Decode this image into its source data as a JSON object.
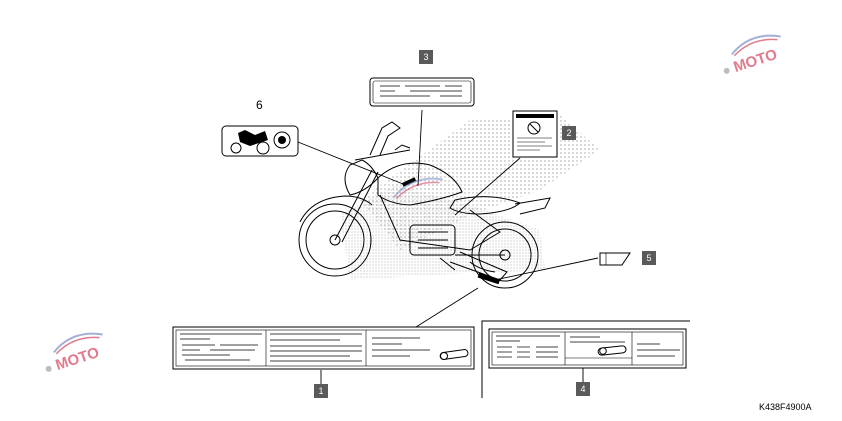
{
  "diagram": {
    "callouts": [
      "1",
      "2",
      "3",
      "4",
      "5",
      "6"
    ],
    "reference_code": "K438F4900A",
    "watermark_text": "MOTO",
    "colors": {
      "callout_box": "#5a5a5a",
      "line": "#000000",
      "stipple": "#9a9a9a",
      "watermark": "#c8102e"
    }
  }
}
